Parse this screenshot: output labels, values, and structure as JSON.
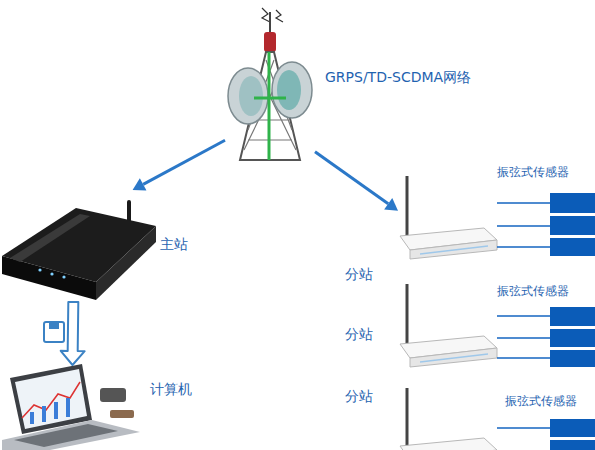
{
  "diagram": {
    "nodes": [
      {
        "text": [
          "GRPS/TD-SCDMA网络"
        ]
      },
      {
        "text": [
          "主站"
        ]
      },
      {
        "text": [
          "分站"
        ]
      },
      {
        "text": [
          "分站"
        ]
      },
      {
        "text": [
          "分站"
        ]
      },
      {
        "text": [
          "计算机"
        ]
      }
    ],
    "edges": [
      {
        "from": 0,
        "to": 1,
        "arrow": "to"
      },
      {
        "from": 0,
        "to": 2,
        "arrow": "to"
      },
      {
        "from": 1,
        "to": 5,
        "arrow": "to"
      }
    ],
    "labels": [
      "振弦式传感器",
      "振弦式传感器",
      "振弦式传感器"
    ]
  }
}
